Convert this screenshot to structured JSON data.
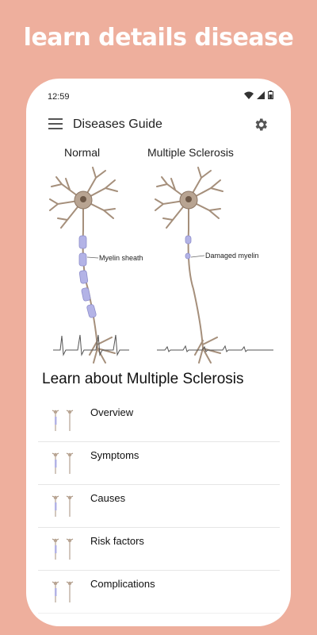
{
  "promo": {
    "headline": "learn details disease"
  },
  "status_bar": {
    "time": "12:59",
    "icons": [
      "wifi-icon",
      "cell-signal-icon",
      "battery-icon"
    ]
  },
  "app_bar": {
    "title": "Diseases Guide",
    "menu_icon": "hamburger-menu-icon",
    "settings_icon": "gear-icon"
  },
  "illustration": {
    "label_normal": "Normal",
    "label_ms": "Multiple Sclerosis",
    "callout_normal": "Myelin sheath",
    "callout_ms": "Damaged myelin"
  },
  "section": {
    "title": "Learn about Multiple Sclerosis"
  },
  "topics": [
    {
      "label": "Overview"
    },
    {
      "label": "Symptoms"
    },
    {
      "label": "Causes"
    },
    {
      "label": "Risk factors"
    },
    {
      "label": "Complications"
    }
  ],
  "colors": {
    "background": "#eeaf9d",
    "card": "#ffffff",
    "myelin": "#b3b3e6",
    "neuron": "#a58f7b"
  }
}
